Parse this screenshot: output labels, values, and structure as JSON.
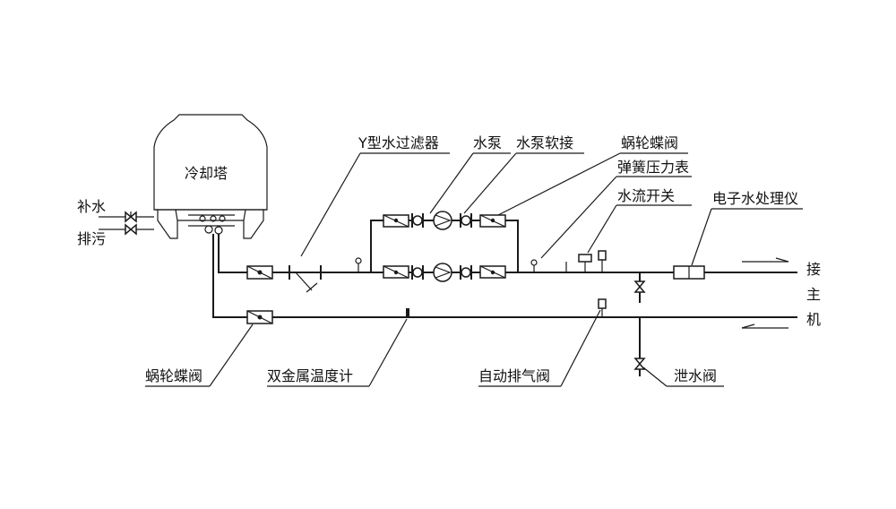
{
  "labels": {
    "cooling_tower": "冷却塔",
    "makeup_water": "补水",
    "drain": "排污",
    "y_filter": "Y型水过滤器",
    "pump": "水泵",
    "pump_flex": "水泵软接",
    "worm_valve_top": "蜗轮蝶阀",
    "pressure_gauge": "弹簧压力表",
    "flow_switch": "水流开关",
    "water_processor": "电子水处理仪",
    "connect_1": "接",
    "connect_2": "主",
    "connect_3": "机",
    "worm_valve_bottom": "蜗轮蝶阀",
    "thermometer": "双金属温度计",
    "air_vent": "自动排气阀",
    "drain_valve": "泄水阀"
  }
}
